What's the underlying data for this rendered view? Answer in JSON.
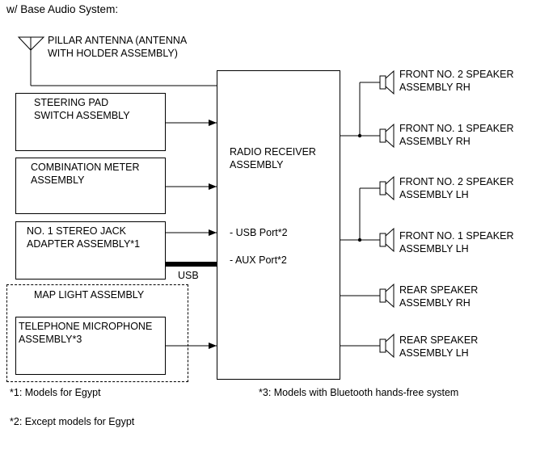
{
  "title": "w/ Base Audio System:",
  "antenna": {
    "label": "PILLAR ANTENNA (ANTENNA\nWITH HOLDER ASSEMBLY)"
  },
  "inputs": {
    "steering": "STEERING PAD\nSWITCH ASSEMBLY",
    "meter": "COMBINATION METER\nASSEMBLY",
    "jack": "NO. 1 STEREO JACK\nADAPTER ASSEMBLY*1",
    "usb_label": "USB",
    "map_light": "MAP LIGHT ASSEMBLY",
    "microphone": "TELEPHONE MICROPHONE\nASSEMBLY*3"
  },
  "receiver": {
    "name": "RADIO RECEIVER\nASSEMBLY",
    "usb_port": "- USB Port*2",
    "aux_port": "- AUX Port*2"
  },
  "speakers": [
    "FRONT NO. 2 SPEAKER\nASSEMBLY RH",
    "FRONT NO. 1 SPEAKER\nASSEMBLY RH",
    "FRONT NO. 2 SPEAKER\nASSEMBLY LH",
    "FRONT NO. 1 SPEAKER\nASSEMBLY LH",
    "REAR SPEAKER\nASSEMBLY RH",
    "REAR SPEAKER\nASSEMBLY LH"
  ],
  "notes": {
    "note1": "*1: Models for Egypt",
    "note2": "*2: Except models for Egypt",
    "note3": "*3: Models with Bluetooth hands-free system"
  },
  "icons": [
    "antenna-icon",
    "speaker-icon",
    "arrow-icon",
    "junction-dot-icon"
  ]
}
